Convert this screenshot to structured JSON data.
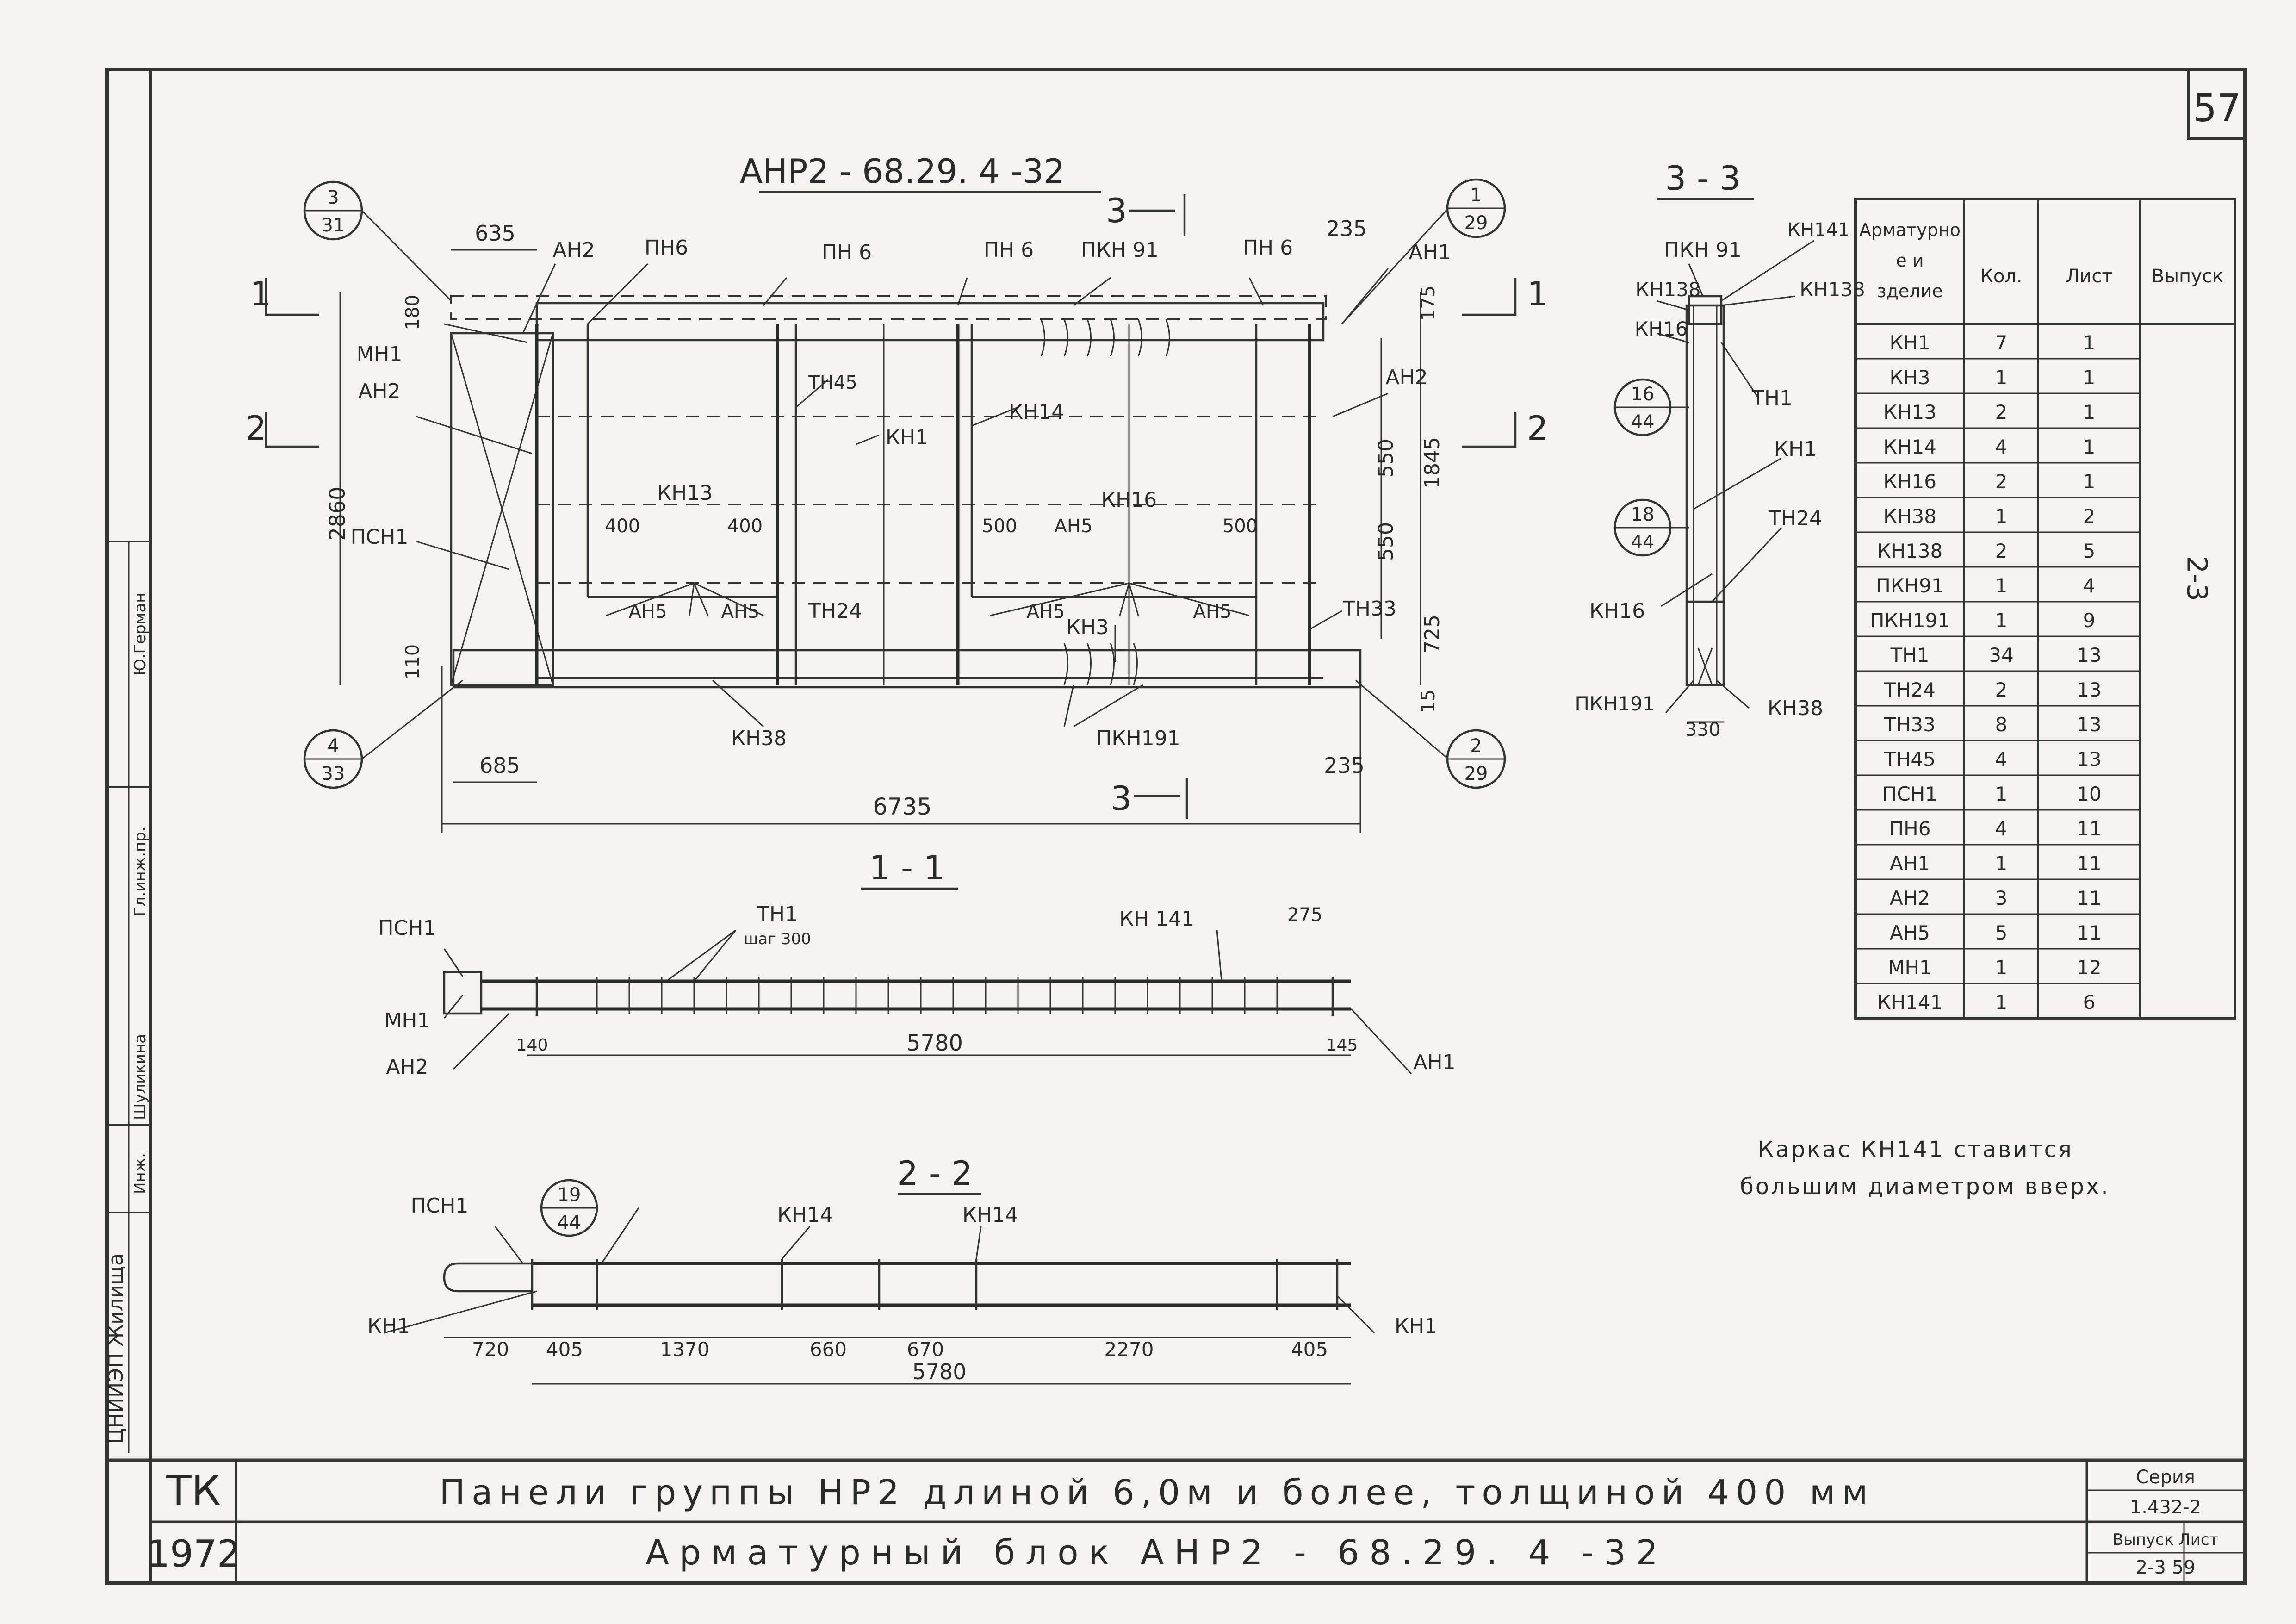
{
  "sheet": {
    "number": "57",
    "stamp_tk": "ТК",
    "stamp_year": "1972"
  },
  "title_block": {
    "line1": "Панели группы НР2 длиной 6,0м и более, толщиной 400 мм",
    "line2": "Арматурный блок АНР2 - 68.29. 4 -32",
    "series_label": "Серия",
    "series_value": "1.432-2",
    "issue_label": "Выпуск Лист",
    "issue_value": "2-3  59"
  },
  "side_stamp": {
    "org": "ЦНИИЭП Жилища",
    "role1": "Инж.",
    "name1": "Шуликина",
    "role2": "Гл.инж.пр.",
    "name2": "Ю.Герман"
  },
  "main_view": {
    "title": "АНР2 - 68.29. 4 -32",
    "labels": [
      "АН2",
      "ПН6",
      "ПН 6",
      "ПН 6",
      "ПКН 91",
      "ПН 6",
      "АН1",
      "МН1",
      "АН2",
      "ТН45",
      "КН14",
      "КН1",
      "АН2",
      "ПСН1",
      "КН13",
      "КН16",
      "АН5",
      "АН5",
      "АН5",
      "ТН24",
      "АН5",
      "АН5",
      "ТН33",
      "КН3",
      "КН38",
      "ПКН191"
    ],
    "dims": {
      "top_left": "635",
      "top_right": "235",
      "height": "2860",
      "d180": "180",
      "d175": "175",
      "d1845": "1845",
      "d550a": "550",
      "d550b": "550",
      "d725": "725",
      "d110": "110",
      "d15": "15",
      "bottom_left": "685",
      "bottom_right": "235",
      "length": "6735",
      "d400a": "400",
      "d400b": "400",
      "d500a": "500",
      "d500b": "500"
    },
    "callouts": [
      {
        "top": "3",
        "bottom": "31"
      },
      {
        "top": "1",
        "bottom": "29"
      },
      {
        "top": "4",
        "bottom": "33"
      },
      {
        "top": "2",
        "bottom": "29"
      }
    ],
    "section_marks": {
      "s1": "1",
      "s2": "2",
      "s3": "3",
      "s1r": "1",
      "s2r": "2",
      "s3b": "3"
    }
  },
  "section_33": {
    "title": "3 - 3",
    "labels": [
      "ПКН 91",
      "КН141",
      "КН138",
      "КН138",
      "КН16",
      "ТН1",
      "КН1",
      "ТН24",
      "КН16",
      "ПКН191",
      "КН38"
    ],
    "callouts": [
      {
        "top": "16",
        "bottom": "44"
      },
      {
        "top": "18",
        "bottom": "44"
      }
    ],
    "dim": "330"
  },
  "section_11": {
    "title": "1 - 1",
    "labels": [
      "ПСН1",
      "ТН1",
      "шаг 300",
      "КН 141",
      "МН1",
      "АН2",
      "АН1"
    ],
    "dims": {
      "d275": "275",
      "d140": "140",
      "length": "5780",
      "d145": "145"
    }
  },
  "section_22": {
    "title": "2 - 2",
    "labels": [
      "ПСН1",
      "КН14",
      "КН14",
      "КН1",
      "КН1"
    ],
    "callout": {
      "top": "19",
      "bottom": "44"
    },
    "dims": [
      "720",
      "405",
      "1370",
      "660",
      "670",
      "2270",
      "405"
    ],
    "total": "5780"
  },
  "spec_table": {
    "headers": [
      "Арматурное изделие",
      "Кол.",
      "Лист",
      "Выпуск"
    ],
    "issue": "2-3",
    "rows": [
      [
        "КН1",
        "7",
        "1"
      ],
      [
        "КН3",
        "1",
        "1"
      ],
      [
        "КН13",
        "2",
        "1"
      ],
      [
        "КН14",
        "4",
        "1"
      ],
      [
        "КН16",
        "2",
        "1"
      ],
      [
        "КН38",
        "1",
        "2"
      ],
      [
        "КН138",
        "2",
        "5"
      ],
      [
        "ПКН91",
        "1",
        "4"
      ],
      [
        "ПКН191",
        "1",
        "9"
      ],
      [
        "ТН1",
        "34",
        "13"
      ],
      [
        "ТН24",
        "2",
        "13"
      ],
      [
        "ТН33",
        "8",
        "13"
      ],
      [
        "ТН45",
        "4",
        "13"
      ],
      [
        "ПСН1",
        "1",
        "10"
      ],
      [
        "ПН6",
        "4",
        "11"
      ],
      [
        "АН1",
        "1",
        "11"
      ],
      [
        "АН2",
        "3",
        "11"
      ],
      [
        "АН5",
        "5",
        "11"
      ],
      [
        "МН1",
        "1",
        "12"
      ],
      [
        "КН141",
        "1",
        "6"
      ]
    ]
  },
  "note": {
    "line1": "Каркас КН141 ставится",
    "line2": "большим диаметром вверх."
  }
}
